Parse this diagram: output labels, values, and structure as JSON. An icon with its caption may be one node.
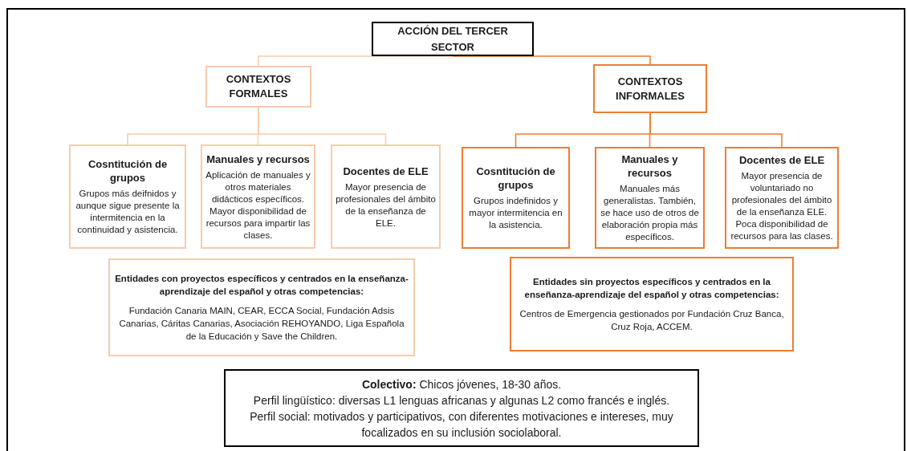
{
  "diagram": {
    "nodes": [
      {
        "text": [
          "ACCIÓN DEL TERCER SECTOR"
        ]
      },
      {
        "text": [
          "CONTEXTOS FORMALES"
        ]
      },
      {
        "text": [
          "CONTEXTOS INFORMALES"
        ]
      },
      {
        "text": [
          "Cosntitución de grupos",
          "Grupos más deifnidos y aunque sigue presente la intermitencia en la continuidad y asistencia."
        ]
      },
      {
        "text": [
          "Manuales y recursos",
          "Aplicación de manuales y otros materiales didácticos específicos. Mayor disponibilidad de recursos para impartir las clases."
        ]
      },
      {
        "text": [
          "Docentes de ELE",
          "Mayor presencia de profesionales del ámbito de la enseñanza de ELE."
        ]
      },
      {
        "text": [
          "Cosntitución de grupos",
          "Grupos indefinidos y mayor intermitencia en la asistencia."
        ]
      },
      {
        "text": [
          "Manuales y recursos",
          "Manuales más generalistas. También, se hace uso de otros de elaboración propia más específicos."
        ]
      },
      {
        "text": [
          "Docentes de ELE",
          "Mayor presencia de voluntariado no profesionales del ámbito de la enseñanza ELE. Poca disponibilidad de recursos para las clases."
        ]
      },
      {
        "text": [
          "Entidades con proyectos específicos y centrados en la enseñanza-aprendizaje del español y otras competencias:",
          "Fundación Canaria MAIN, CEAR, ECCA Social, Fundación Adsis Canarias, Cáritas Canarias, Asociación REHOYANDO, Liga Española de la Educación y Save the Children."
        ]
      },
      {
        "text": [
          "Entidades sin proyectos específicos y centrados en la enseñanza-aprendizaje del español y otras competencias:",
          "Centros de Emergencia gestionados por Fundación Cruz Banca, Cruz Roja, ACCEM."
        ]
      },
      {
        "text": [
          "**Colectivo:** Chicos jóvenes, 18-30 años.",
          "Perfil lingüístico: diversas L1 lenguas africanas y algunas L2 como francés e inglés.",
          "Perfil social: motivados y participativos, con diferentes motivaciones e intereses, muy focalizados en su inclusión sociolaboral."
        ]
      }
    ],
    "edges": [
      {
        "from": 0,
        "to": 1,
        "arrow": "none",
        "color": "#f8cbad"
      },
      {
        "from": 0,
        "to": 2,
        "arrow": "none",
        "color": "#ed7d31"
      },
      {
        "from": 1,
        "to": 3,
        "arrow": "none",
        "color": "#f8cbad"
      },
      {
        "from": 1,
        "to": 4,
        "arrow": "none",
        "color": "#f8cbad"
      },
      {
        "from": 1,
        "to": 5,
        "arrow": "none",
        "color": "#f8cbad"
      },
      {
        "from": 2,
        "to": 6,
        "arrow": "none",
        "color": "#ed7d31"
      },
      {
        "from": 2,
        "to": 7,
        "arrow": "none",
        "color": "#ed7d31"
      },
      {
        "from": 2,
        "to": 8,
        "arrow": "none",
        "color": "#ed7d31"
      }
    ]
  }
}
